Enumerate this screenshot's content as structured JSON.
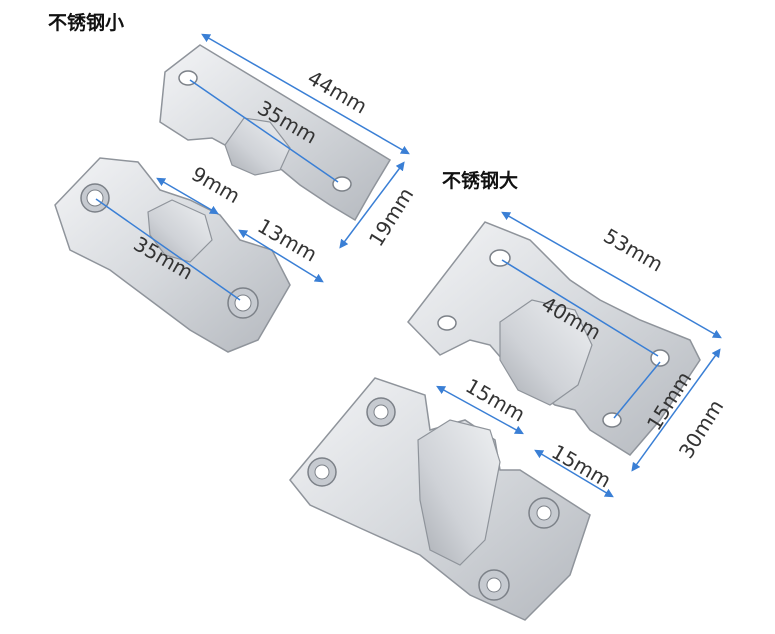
{
  "labels": {
    "small_title": "不锈钢小",
    "large_title": "不锈钢大"
  },
  "dimensions": {
    "small": {
      "width_total": "44mm",
      "hole_spacing_top": "35mm",
      "tab_width": "9mm",
      "hole_spacing_bottom": "35mm",
      "gap": "13mm",
      "height": "19mm"
    },
    "large": {
      "width_total": "53mm",
      "hole_spacing": "40mm",
      "gap_top": "15mm",
      "gap_side": "15mm",
      "gap_bottom": "15mm",
      "height": "30mm"
    }
  },
  "colors": {
    "dimension_line": "#3a7fd5",
    "metal_light": "#e9ebee",
    "metal_mid": "#c9ccd1",
    "metal_dark": "#9ea3aa"
  }
}
